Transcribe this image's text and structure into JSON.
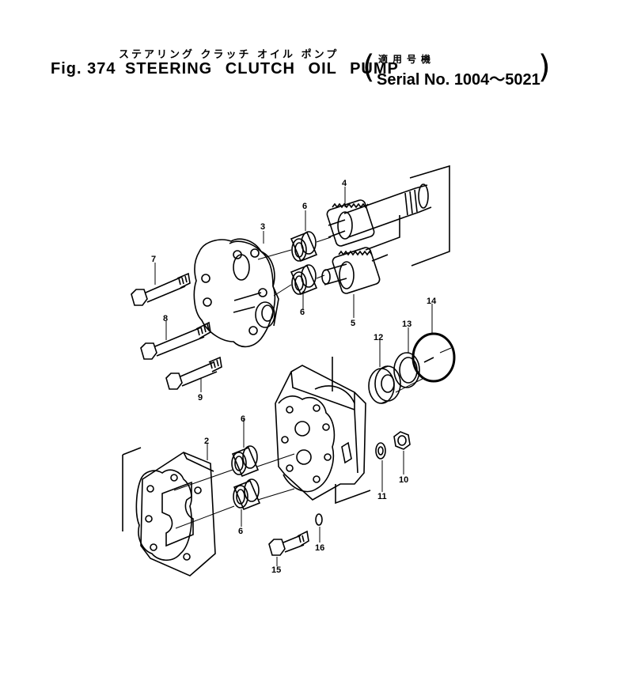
{
  "header": {
    "jp_title": "ステアリング クラッチ オイル ポンプ",
    "fig_label": "Fig. 374",
    "en_title": "STEERING CLUTCH  OIL  PUMP",
    "jp_applicability": "適用号機",
    "serial": "Serial No. 1004～5021"
  },
  "callouts": {
    "c2": "2",
    "c3": "3",
    "c4": "4",
    "c5": "5",
    "c6a": "6",
    "c6b": "6",
    "c6c": "6",
    "c6d": "6",
    "c7": "7",
    "c8": "8",
    "c9": "9",
    "c10": "10",
    "c11": "11",
    "c12": "12",
    "c13": "13",
    "c14": "14",
    "c15": "15",
    "c16": "16"
  }
}
